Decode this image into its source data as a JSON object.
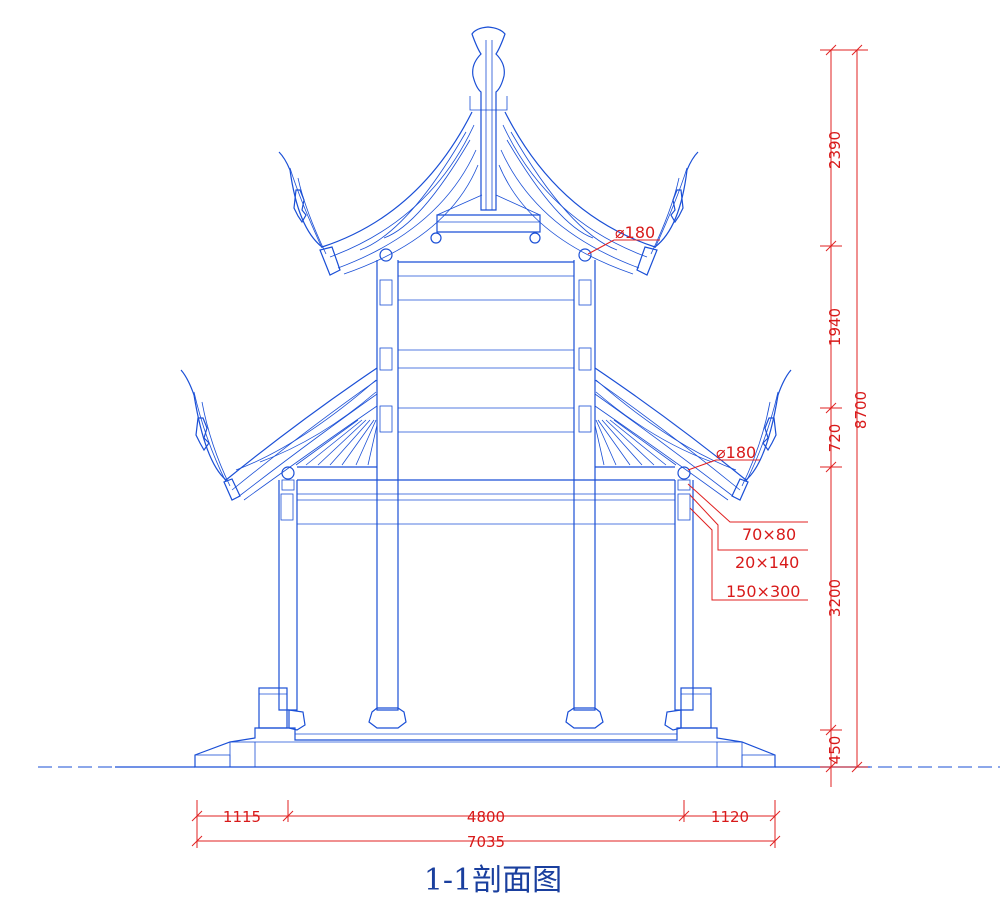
{
  "title": "1-1剖面图",
  "colors": {
    "linework": "#1a4fd6",
    "dimension": "#e02020",
    "title": "#1a3f9e"
  },
  "vertical_dims": {
    "segments": [
      "2390",
      "1940",
      "720",
      "3200",
      "450"
    ],
    "total": "8700"
  },
  "horizontal_dims": {
    "segments": [
      "1115",
      "4800",
      "1120"
    ],
    "total": "7035"
  },
  "annotations": {
    "upper_purlin": "⌀180",
    "lower_purlin": "⌀180",
    "member_1": "70×80",
    "member_2": "20×140",
    "member_3": "150×300"
  }
}
